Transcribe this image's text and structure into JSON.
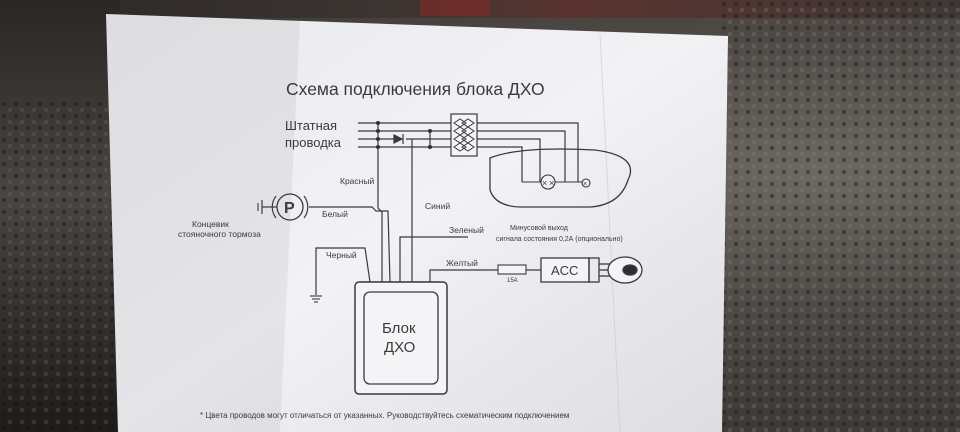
{
  "diagram": {
    "title": "Схема подключения блока ДХО",
    "labels": {
      "stock_wiring_line1": "Штатная",
      "stock_wiring_line2": "проводка",
      "red_wire": "Красный",
      "white_wire": "Белый",
      "blue_wire": "Синий",
      "green_wire": "Зеленый",
      "black_wire": "Черный",
      "yellow_wire": "Желтый",
      "brake_switch_line1": "Концевик",
      "brake_switch_line2": "стояночного тормоза",
      "parking_symbol": "P",
      "status_output_line1": "Минусовой выход",
      "status_output_line2": "сигнала состояния 0,2А (опционально)",
      "fuse_rating": "15А",
      "acc": "ACC",
      "unit_line1": "Блок",
      "unit_line2": "ДХО",
      "footnote": "* Цвета проводов могут отличаться от указанных. Руководствуйтесь схематическим подключением"
    }
  }
}
